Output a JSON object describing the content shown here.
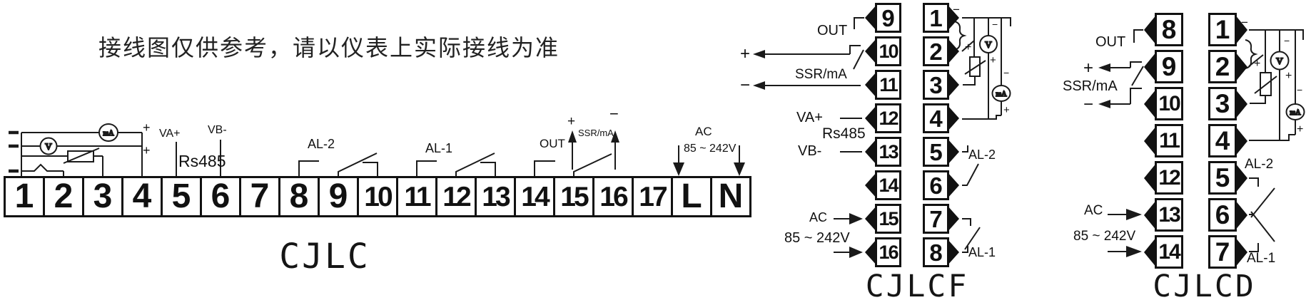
{
  "title": "接线图仅供参考，请以仪表上实际接线为准",
  "symbols": {
    "plus": "+",
    "minus": "−"
  },
  "meters": {
    "voltmeter": "V",
    "ammeter": "mA"
  },
  "cjlc": {
    "name": "CJLC",
    "terminals": [
      "1",
      "2",
      "3",
      "4",
      "5",
      "6",
      "7",
      "8",
      "9",
      "10",
      "11",
      "12",
      "13",
      "14",
      "15",
      "16",
      "17",
      "L",
      "N"
    ],
    "labels": {
      "va_plus": "VA+",
      "vb_minus": "VB-",
      "rs485": "Rs485",
      "al2": "AL-2",
      "al1": "AL-1",
      "out": "OUT",
      "ssr_ma": "SSR/mA",
      "ac": "AC",
      "ac_range": "85 ~ 242V"
    }
  },
  "cjlcf": {
    "name": "CJLCF",
    "left_terminals": [
      "9",
      "10",
      "11",
      "12",
      "13",
      "14",
      "15",
      "16"
    ],
    "right_terminals": [
      "1",
      "2",
      "3",
      "4",
      "5",
      "6",
      "7",
      "8"
    ],
    "labels": {
      "out": "OUT",
      "ssr_ma": "SSR/mA",
      "va_plus": "VA+",
      "rs485": "Rs485",
      "vb_minus": "VB-",
      "ac": "AC",
      "ac_range": "85 ~ 242V",
      "al2": "AL-2",
      "al1": "AL-1"
    }
  },
  "cjlcd": {
    "name": "CJLCD",
    "left_terminals": [
      "8",
      "9",
      "10",
      "11",
      "12",
      "13",
      "14"
    ],
    "right_terminals": [
      "1",
      "2",
      "3",
      "4",
      "5",
      "6",
      "7"
    ],
    "labels": {
      "out": "OUT",
      "ssr_ma": "SSR/mA",
      "ac": "AC",
      "ac_range": "85 ~ 242V",
      "al2": "AL-2",
      "al1": "AL-1"
    }
  }
}
